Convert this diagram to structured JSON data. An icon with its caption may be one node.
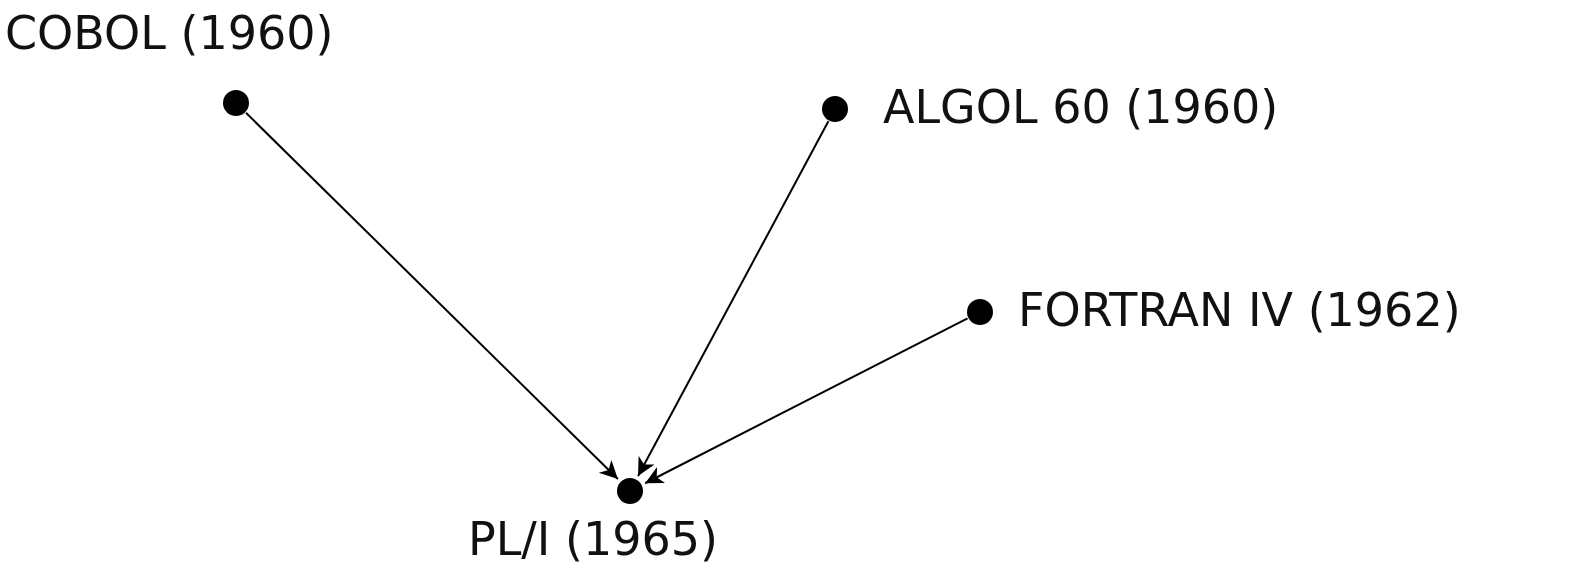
{
  "diagram": {
    "nodes": [
      {
        "text": [],
        "shape": "circle",
        "beside": [
          "COBOL (1960)"
        ]
      },
      {
        "text": [],
        "shape": "circle",
        "beside": [
          "ALGOL 60 (1960)"
        ]
      },
      {
        "text": [],
        "shape": "circle",
        "beside": [
          "FORTRAN IV (1962)"
        ]
      },
      {
        "text": [],
        "shape": "circle",
        "beside": [
          "PL/I (1965)"
        ]
      }
    ],
    "edges": [
      {
        "from": 0,
        "to": 3,
        "arrow": "to"
      },
      {
        "from": 1,
        "to": 3,
        "arrow": "to"
      },
      {
        "from": 2,
        "to": 3,
        "arrow": "to"
      }
    ]
  }
}
